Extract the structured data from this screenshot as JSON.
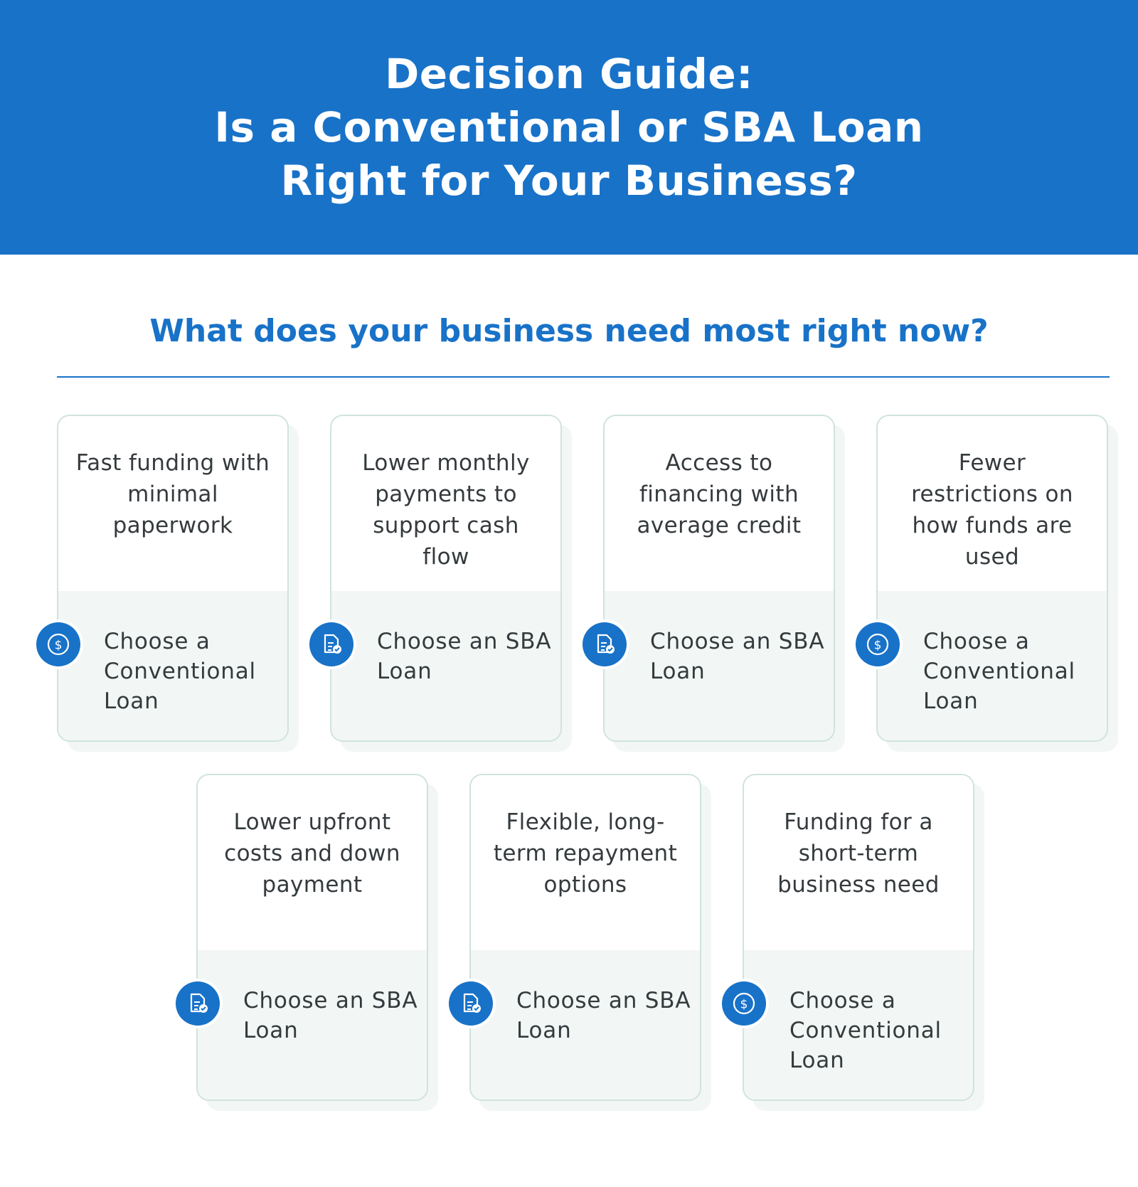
{
  "header": {
    "title_lines": [
      "Decision Guide:",
      "Is a Conventional or SBA Loan",
      "Right for Your Business?"
    ]
  },
  "subtitle": "What does your business need most right now?",
  "colors": {
    "brand_blue": "#1872c8",
    "card_border": "#cfe4da",
    "card_bottom": "#f2f6f4",
    "text": "#343a3d"
  },
  "cards": [
    {
      "need": "Fast funding with minimal paperwork",
      "choice": "Choose a Conventional Loan",
      "icon": "dollar-circle-icon"
    },
    {
      "need": "Lower monthly payments to support cash flow",
      "choice": "Choose an SBA Loan",
      "icon": "document-check-icon"
    },
    {
      "need": "Access to financing with average credit",
      "choice": "Choose an SBA Loan",
      "icon": "document-check-icon"
    },
    {
      "need": "Fewer restrictions on how funds are used",
      "choice": "Choose a Conventional Loan",
      "icon": "dollar-circle-icon"
    },
    {
      "need": "Lower upfront costs and down payment",
      "choice": "Choose an SBA Loan",
      "icon": "document-check-icon"
    },
    {
      "need": "Flexible, long-term repayment options",
      "choice": "Choose an SBA Loan",
      "icon": "document-check-icon"
    },
    {
      "need": "Funding for a short-term business need",
      "choice": "Choose a Conventional Loan",
      "icon": "dollar-circle-icon"
    }
  ]
}
